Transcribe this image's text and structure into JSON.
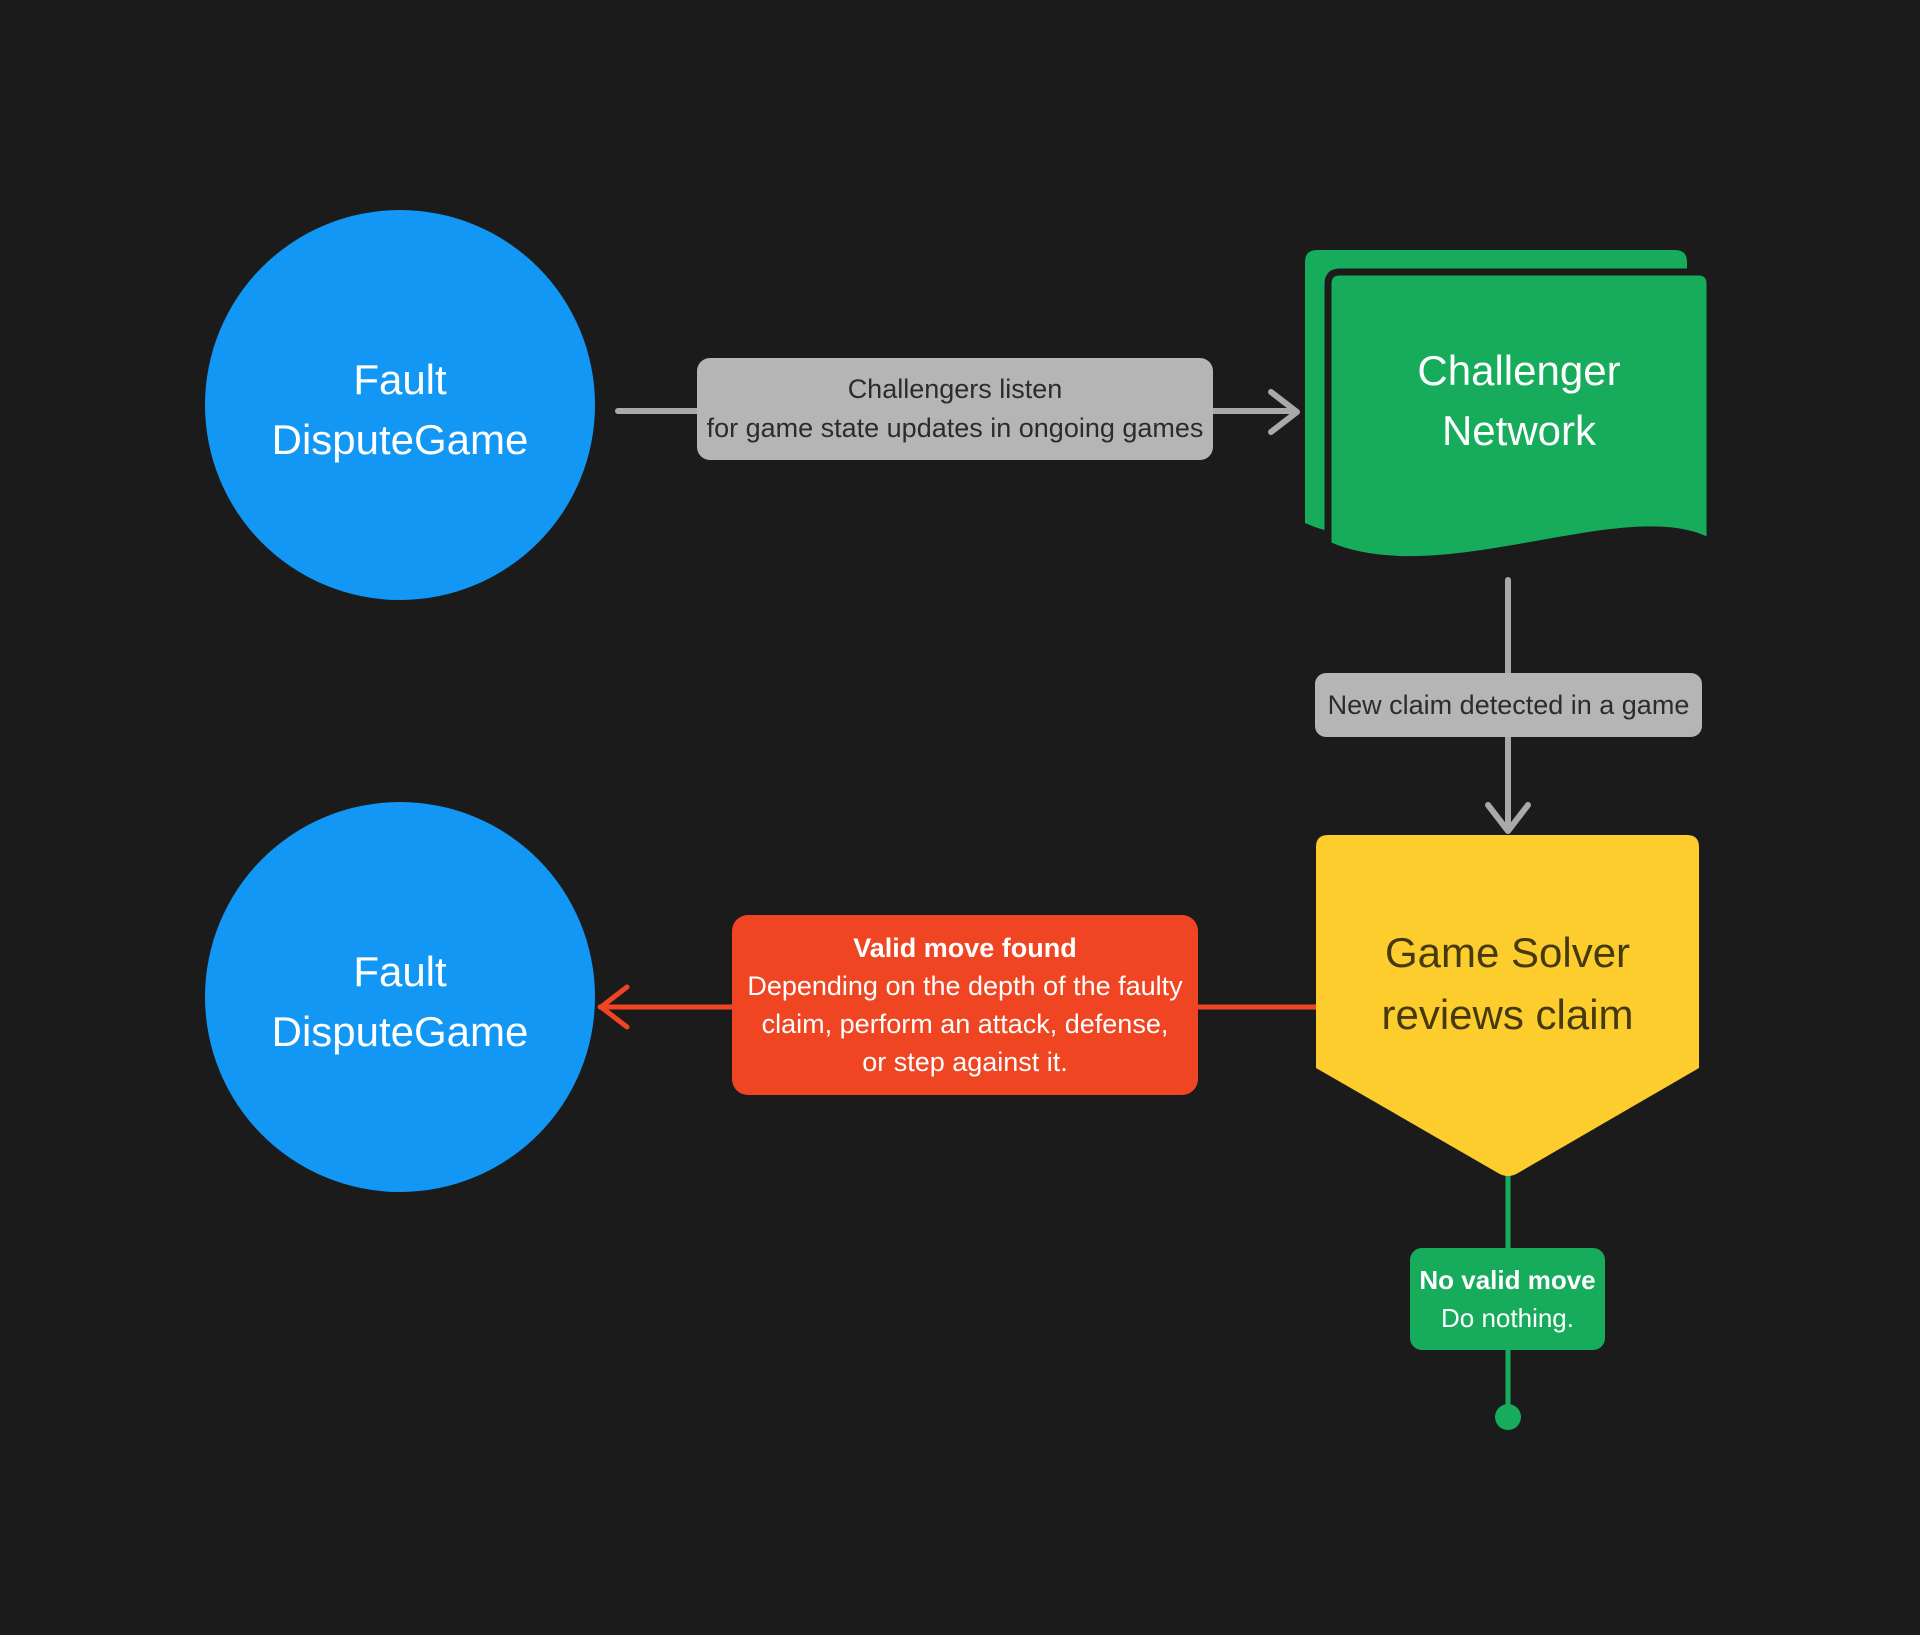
{
  "background_color": "#1B1B1C",
  "palette": {
    "node_blue": "#1297F5",
    "node_green": "#17AC5B",
    "node_yellow": "#FDCD2D",
    "label_red": "#F04522",
    "label_gray": "#B5B5B5",
    "connector_gray": "#A9A9A9",
    "text_dark": "#2C2C2C",
    "text_on_yellow": "#453A0E",
    "text_white": "#FFFFFF"
  },
  "nodes": {
    "fault_top": {
      "shape": "circle",
      "lines": [
        "Fault",
        "DisputeGame"
      ]
    },
    "challenger_network": {
      "shape": "document-stack",
      "lines": [
        "Challenger",
        "Network"
      ]
    },
    "game_solver": {
      "shape": "pointed-banner",
      "lines": [
        "Game Solver",
        "reviews claim"
      ]
    },
    "fault_bottom": {
      "shape": "circle",
      "lines": [
        "Fault",
        "DisputeGame"
      ]
    }
  },
  "connectors": {
    "listen_label": {
      "lines": [
        "Challengers listen",
        "for game state updates in ongoing games"
      ]
    },
    "new_claim_label": {
      "text": "New claim detected in a game"
    },
    "valid_move_label": {
      "title": "Valid move found",
      "lines": [
        "Depending on the depth of the faulty",
        "claim, perform an attack, defense,",
        "or step against it."
      ]
    },
    "no_valid_move_label": {
      "title": "No valid move",
      "body": "Do nothing."
    }
  }
}
